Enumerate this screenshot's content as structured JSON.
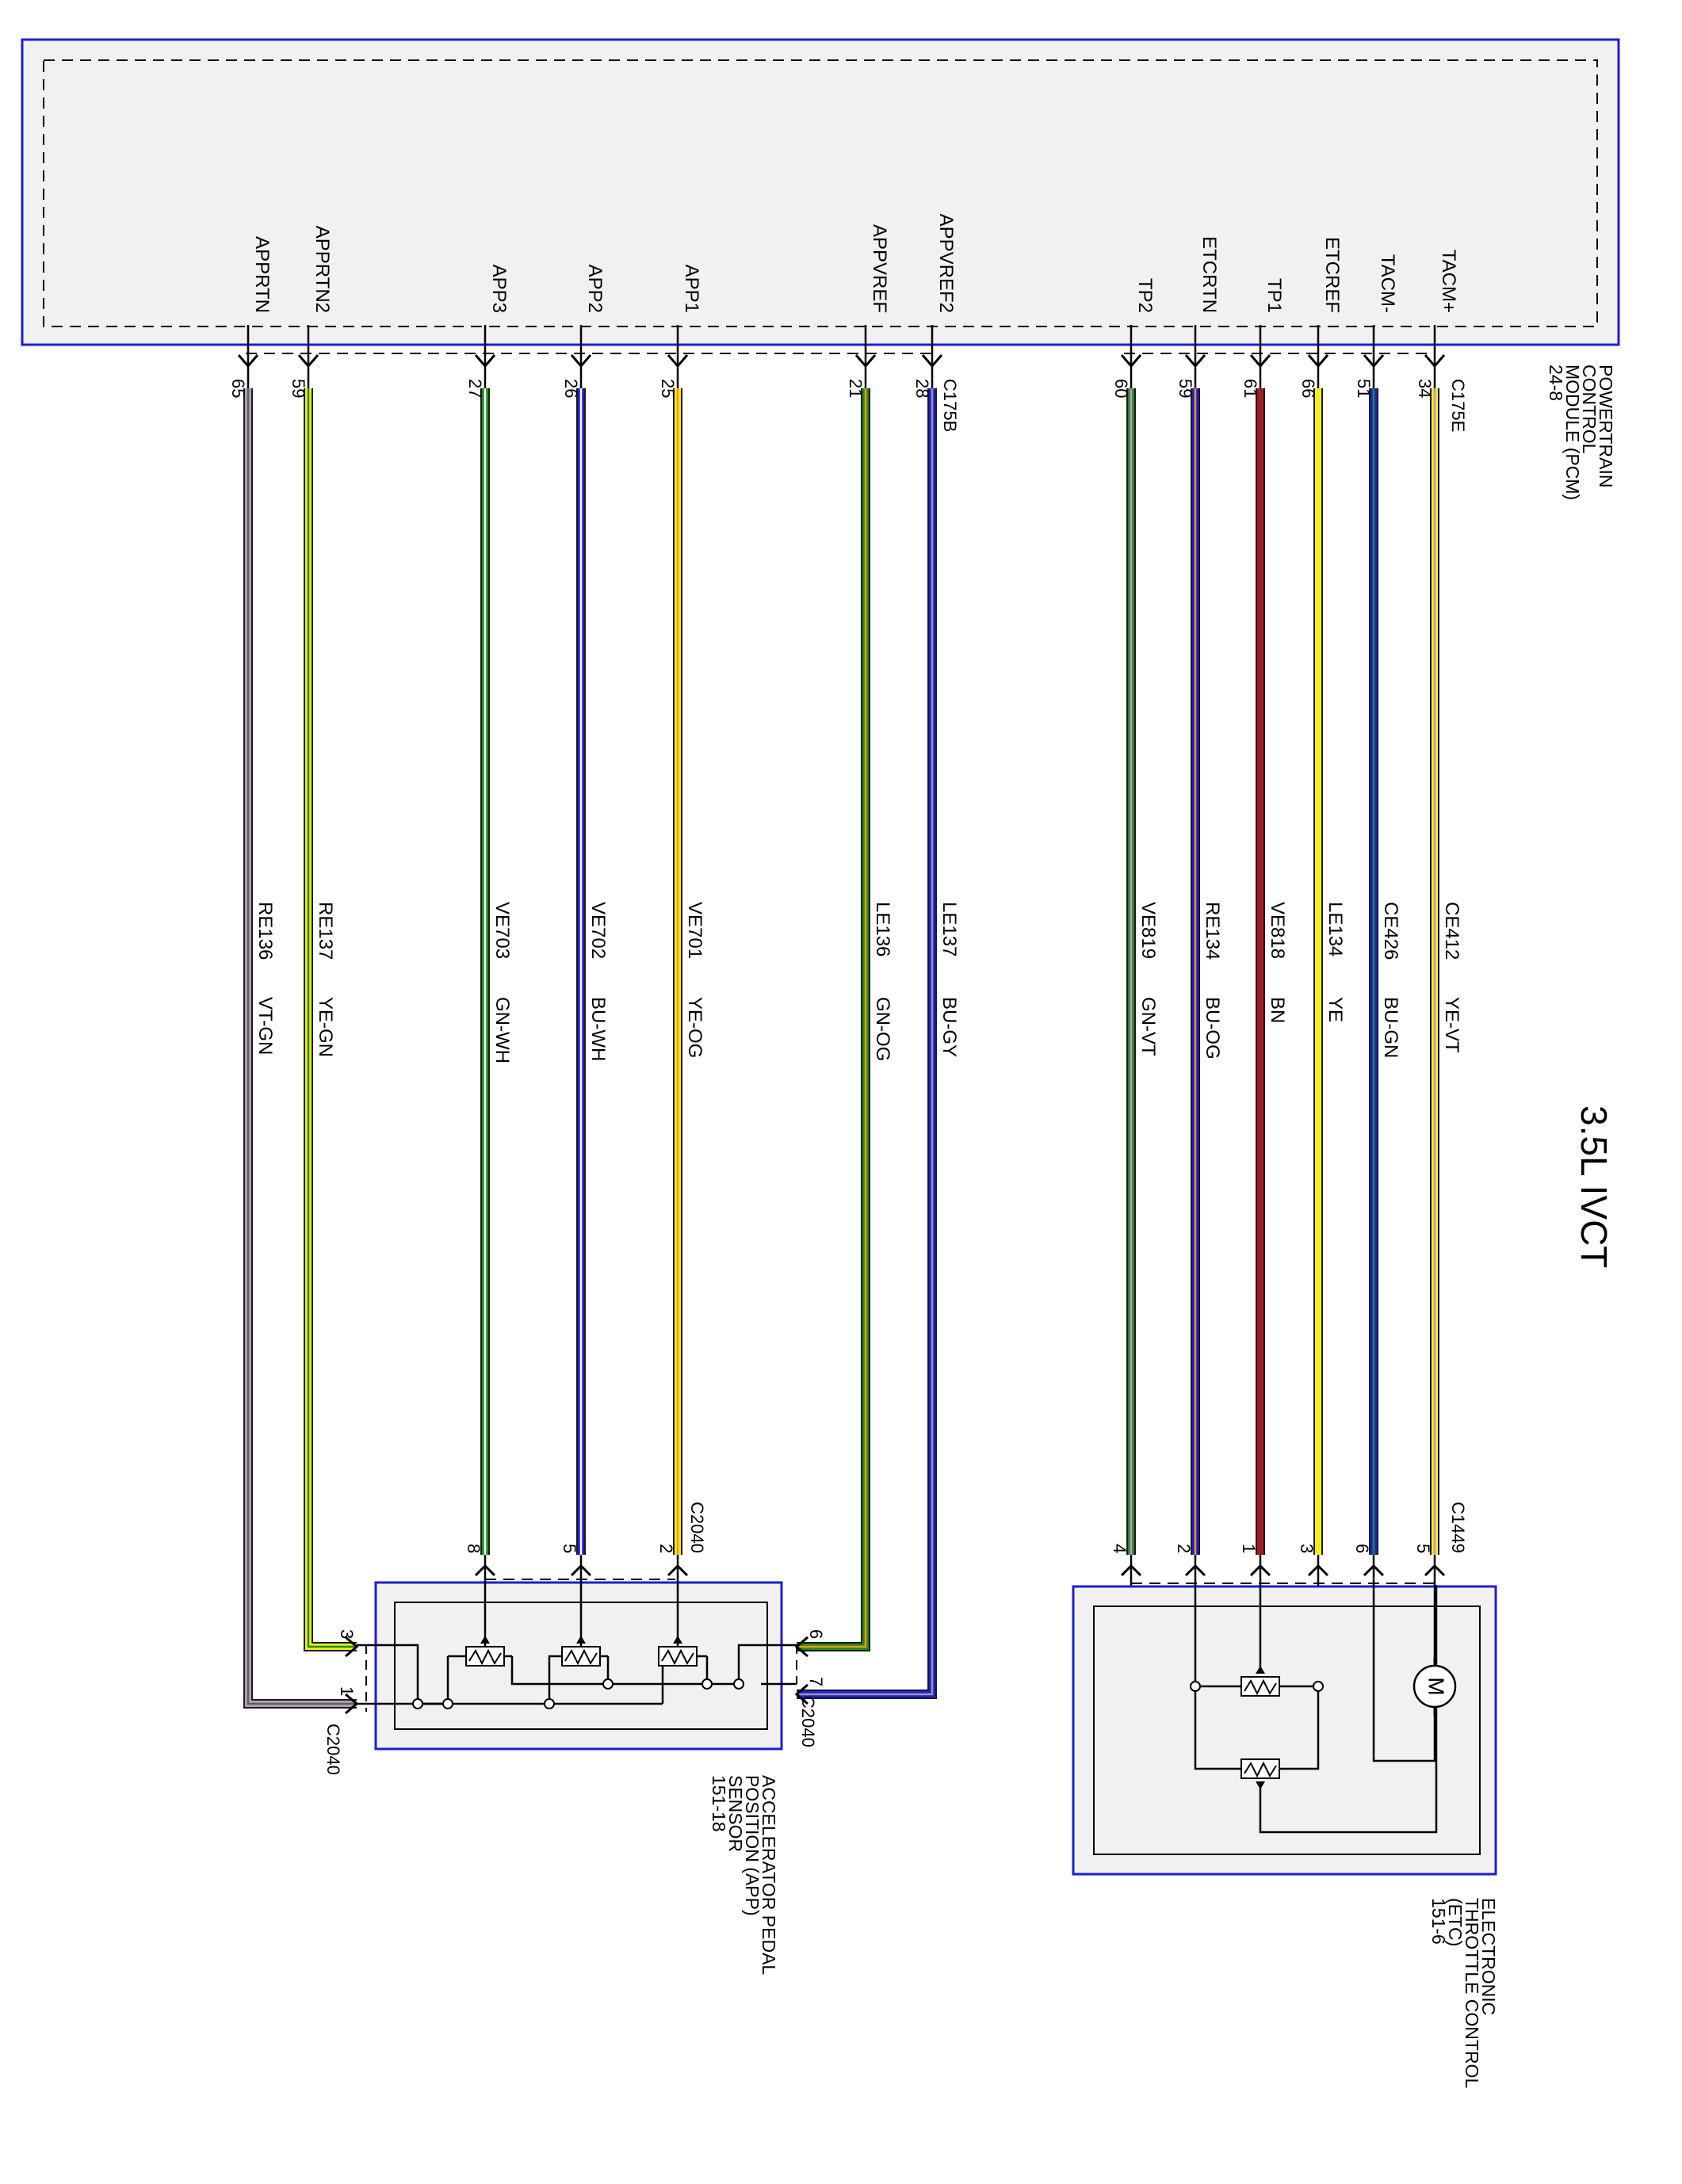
{
  "diagram_title": "3.5L IVCT",
  "pcm": {
    "name_lines": [
      "POWERTRAIN",
      "CONTROL",
      "MODULE (PCM)",
      "24-8"
    ],
    "connector_a": "C175E",
    "connector_b": "C175B"
  },
  "etc": {
    "name_lines": [
      "ELECTRONIC",
      "THROTTLE CONTROL",
      "(ETC)",
      "151-6"
    ],
    "connector": "C1449",
    "motor_symbol": "M"
  },
  "app": {
    "name_lines": [
      "ACCELERATOR PEDAL",
      "POSITION (APP)",
      "SENSOR",
      "151-18"
    ],
    "connector": "C2040"
  },
  "colors": {
    "module_border": "#1e1ed2",
    "module_fill": "#f1f1f1",
    "yellow": "#f2ee1e",
    "blue": "#1e1edc",
    "brown": "#a01e1e",
    "green": "#1e8c1e",
    "violet": "#d08cd8",
    "orange": "#ff9614",
    "gray": "#9a9aa8",
    "white": "#ffffff"
  },
  "wires": [
    {
      "signal": "TACM+",
      "pcm_pin": "34",
      "circuit": "CE412",
      "color_code": "YE-VT",
      "end_pin": "5",
      "colors": [
        "yellow",
        "violet"
      ]
    },
    {
      "signal": "TACM-",
      "pcm_pin": "51",
      "circuit": "CE426",
      "color_code": "BU-GN",
      "end_pin": "6",
      "colors": [
        "blue",
        "green"
      ]
    },
    {
      "signal": "ETCREF",
      "pcm_pin": "66",
      "circuit": "LE134",
      "color_code": "YE",
      "end_pin": "3",
      "colors": [
        "yellow"
      ]
    },
    {
      "signal": "TP1",
      "pcm_pin": "61",
      "circuit": "VE818",
      "color_code": "BN",
      "end_pin": "1",
      "colors": [
        "brown"
      ]
    },
    {
      "signal": "ETCRTN",
      "pcm_pin": "59",
      "circuit": "RE134",
      "color_code": "BU-OG",
      "end_pin": "2",
      "colors": [
        "blue",
        "orange"
      ]
    },
    {
      "signal": "TP2",
      "pcm_pin": "60",
      "circuit": "VE819",
      "color_code": "GN-VT",
      "end_pin": "4",
      "colors": [
        "green",
        "violet"
      ]
    },
    {
      "signal": "APPVREF2",
      "pcm_pin": "28",
      "circuit": "LE137",
      "color_code": "BU-GY",
      "end_pin": "7",
      "colors": [
        "blue",
        "gray"
      ]
    },
    {
      "signal": "APPVREF",
      "pcm_pin": "21",
      "circuit": "LE136",
      "color_code": "GN-OG",
      "end_pin": "6",
      "colors": [
        "green",
        "orange"
      ]
    },
    {
      "signal": "APP1",
      "pcm_pin": "25",
      "circuit": "VE701",
      "color_code": "YE-OG",
      "end_pin": "2",
      "colors": [
        "yellow",
        "orange"
      ]
    },
    {
      "signal": "APP2",
      "pcm_pin": "26",
      "circuit": "VE702",
      "color_code": "BU-WH",
      "end_pin": "5",
      "colors": [
        "blue",
        "white"
      ]
    },
    {
      "signal": "APP3",
      "pcm_pin": "27",
      "circuit": "VE703",
      "color_code": "GN-WH",
      "end_pin": "8",
      "colors": [
        "green",
        "white"
      ]
    },
    {
      "signal": "APPRTN2",
      "pcm_pin": "59",
      "circuit": "RE137",
      "color_code": "YE-GN",
      "end_pin": "3",
      "colors": [
        "yellow",
        "green"
      ]
    },
    {
      "signal": "APPRTN",
      "pcm_pin": "65",
      "circuit": "RE136",
      "color_code": "VT-GN",
      "end_pin": "1",
      "colors": [
        "violet",
        "green"
      ]
    }
  ]
}
